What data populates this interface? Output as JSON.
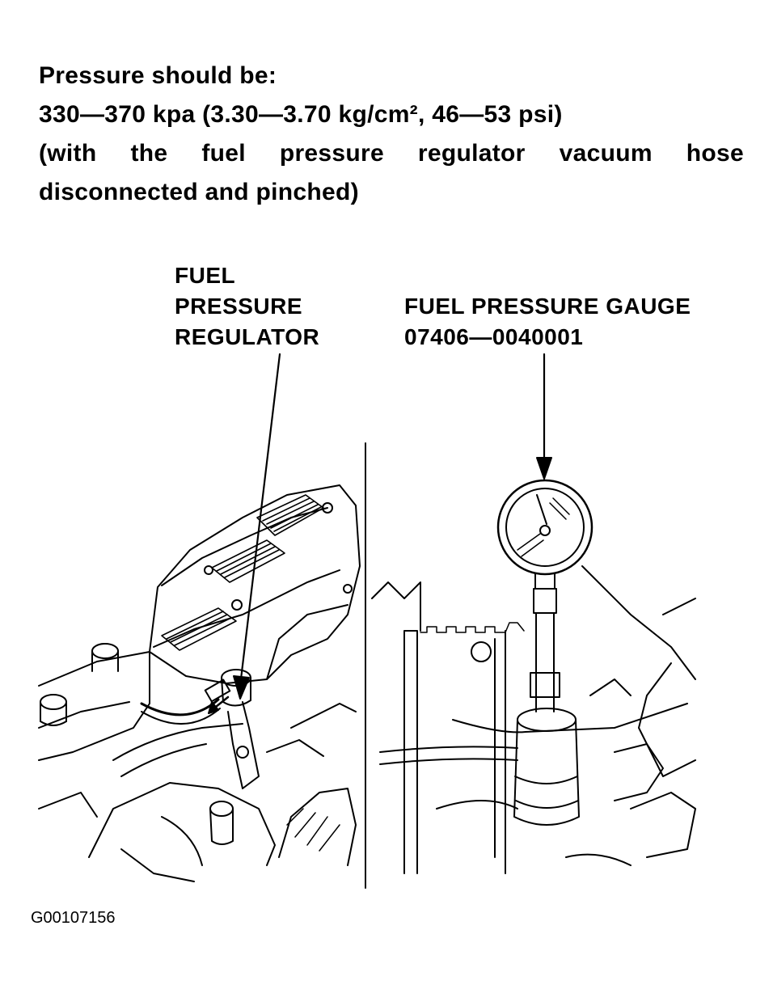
{
  "spec": {
    "heading": "Pressure should be:",
    "range": "330—370 kpa (3.30—3.70 kg/cm², 46—53 psi)",
    "condition_line1": "(with the fuel pressure regulator vacuum hose",
    "condition_line2": "disconnected and pinched)"
  },
  "callouts": {
    "regulator": [
      "FUEL",
      "PRESSURE",
      "REGULATOR"
    ],
    "gauge": [
      "FUEL PRESSURE GAUGE",
      "07406—0040001"
    ]
  },
  "figure_id": "G00107156"
}
